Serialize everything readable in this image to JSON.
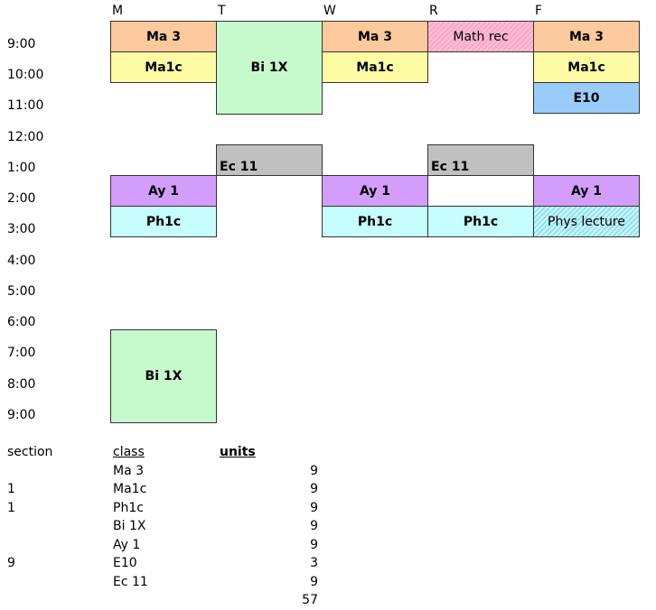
{
  "days": [
    "M",
    "T",
    "W",
    "R",
    "F"
  ],
  "times": [
    "9:00",
    "10:00",
    "11:00",
    "12:00",
    "1:00",
    "2:00",
    "3:00",
    "4:00",
    "5:00",
    "6:00",
    "7:00",
    "8:00",
    "9:00"
  ],
  "blocks": [
    {
      "label": "Ma 3",
      "day": "M",
      "class": "Ma 3"
    },
    {
      "label": "Ma1c",
      "day": "M",
      "class": "Ma1c"
    },
    {
      "label": "Ay 1",
      "day": "M",
      "class": "Ay 1"
    },
    {
      "label": "Ph1c",
      "day": "M",
      "class": "Ph1c"
    },
    {
      "label": "Bi 1X",
      "day": "M",
      "class": "Bi 1X"
    },
    {
      "label": "Bi 1X",
      "day": "T",
      "class": "Bi 1X"
    },
    {
      "label": "Ec 11",
      "day": "T",
      "class": "Ec 11"
    },
    {
      "label": "Ma 3",
      "day": "W",
      "class": "Ma 3"
    },
    {
      "label": "Ma1c",
      "day": "W",
      "class": "Ma1c"
    },
    {
      "label": "Ay 1",
      "day": "W",
      "class": "Ay 1"
    },
    {
      "label": "Ph1c",
      "day": "W",
      "class": "Ph1c"
    },
    {
      "label": "Math rec",
      "day": "R",
      "class": "Math rec"
    },
    {
      "label": "Ec 11",
      "day": "R",
      "class": "Ec 11"
    },
    {
      "label": "",
      "day": "R",
      "class": "empty"
    },
    {
      "label": "Ph1c",
      "day": "R",
      "class": "Ph1c"
    },
    {
      "label": "Ma 3",
      "day": "F",
      "class": "Ma 3"
    },
    {
      "label": "Ma1c",
      "day": "F",
      "class": "Ma1c"
    },
    {
      "label": "E10",
      "day": "F",
      "class": "E10"
    },
    {
      "label": "Ay 1",
      "day": "F",
      "class": "Ay 1"
    },
    {
      "label": "Phys lecture",
      "day": "F",
      "class": "Phys lecture"
    }
  ],
  "colors": {
    "Ma 3": "#fdca9d",
    "Ma1c": "#fdfba3",
    "Bi 1X": "#c6f9cb",
    "E10": "#99ccfb",
    "Ec 11": "#c0c0c0",
    "Ay 1": "#d39efb",
    "Ph1c": "#c6fdfd",
    "Math rec": "#fda6c6",
    "Phys lecture": "#99ddf3"
  },
  "summary": {
    "headers": {
      "section": "section",
      "class": "class",
      "units": "units"
    },
    "rows": [
      {
        "section": "",
        "class": "Ma 3",
        "units": "9"
      },
      {
        "section": "1",
        "class": "Ma1c",
        "units": "9"
      },
      {
        "section": "1",
        "class": "Ph1c",
        "units": "9"
      },
      {
        "section": "",
        "class": "Bi 1X",
        "units": "9"
      },
      {
        "section": "",
        "class": "Ay 1",
        "units": "9"
      },
      {
        "section": "9",
        "class": "E10",
        "units": "3"
      },
      {
        "section": "",
        "class": "Ec 11",
        "units": "9"
      }
    ],
    "total": "57"
  }
}
